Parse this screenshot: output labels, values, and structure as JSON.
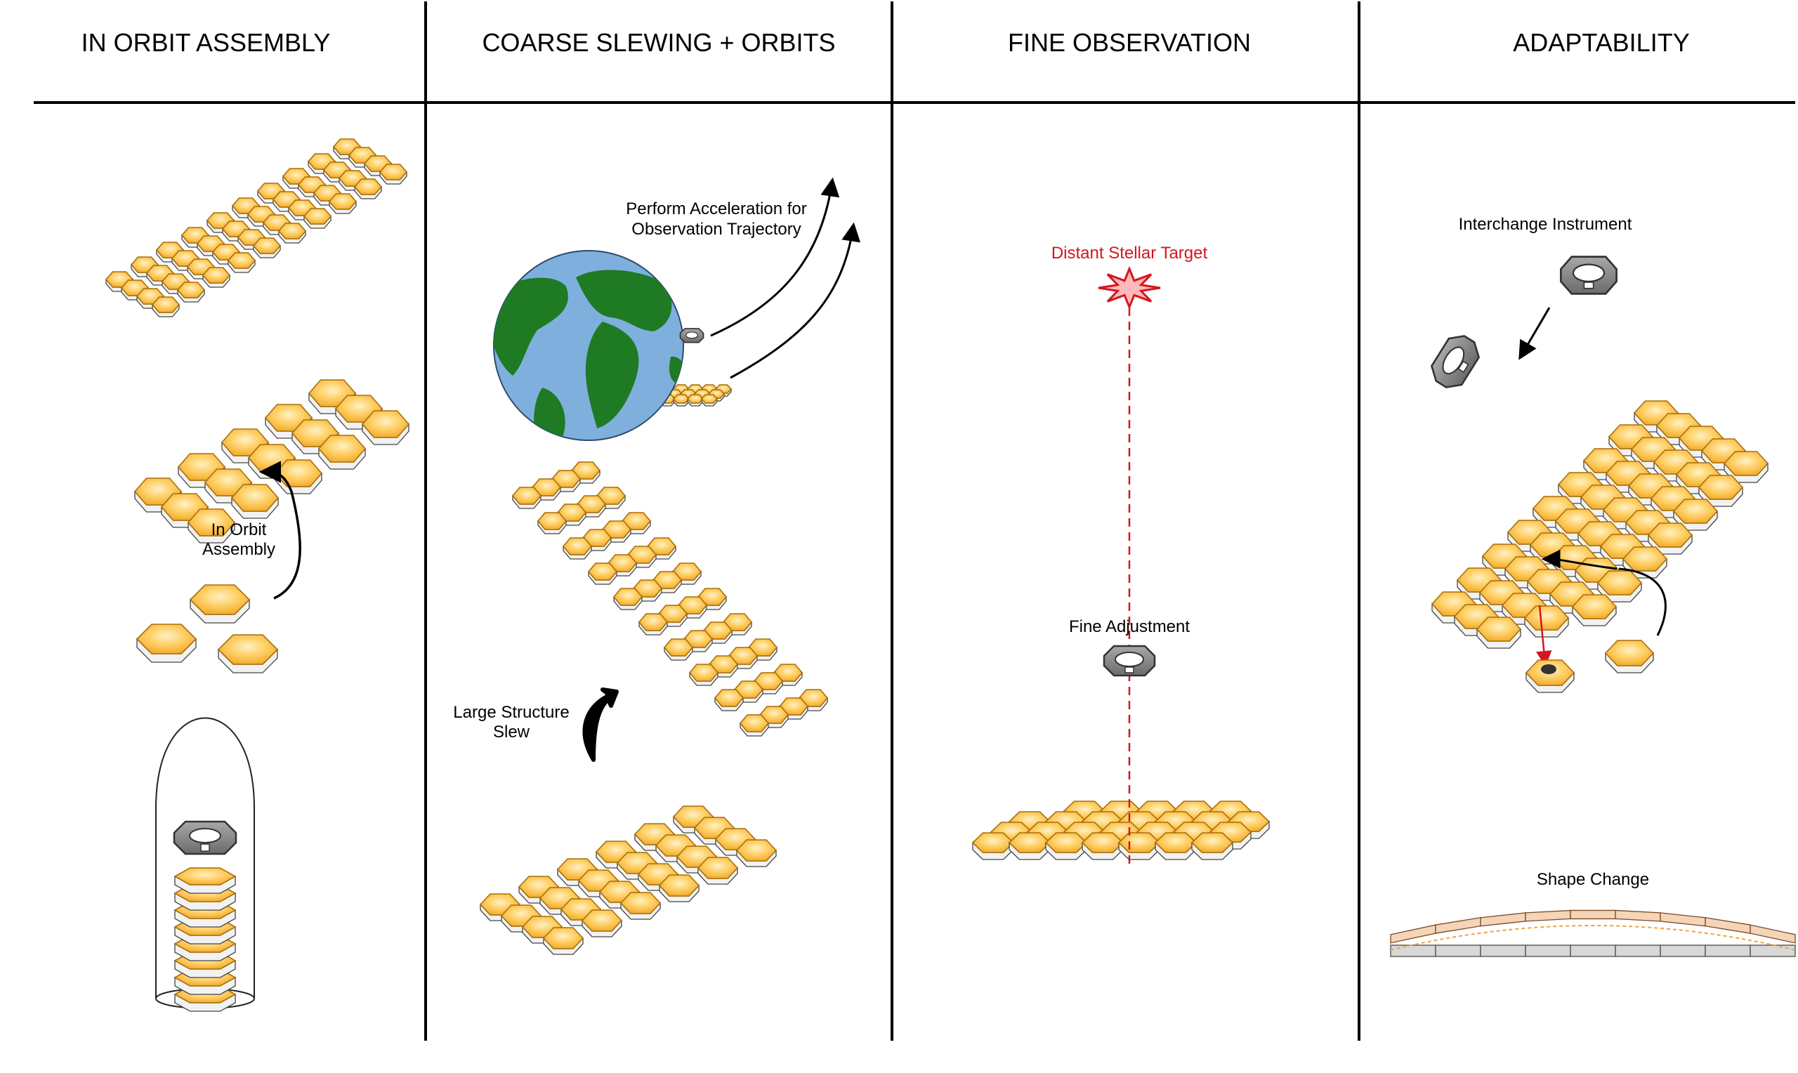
{
  "panels": [
    {
      "title": "IN ORBIT ASSEMBLY"
    },
    {
      "title": "COARSE SLEWING + ORBITS"
    },
    {
      "title": "FINE OBSERVATION"
    },
    {
      "title": "ADAPTABILITY"
    }
  ],
  "labels": {
    "in_orbit_assembly": [
      "In Orbit",
      "Assembly"
    ],
    "acceleration": [
      "Perform Acceleration for",
      "Observation Trajectory"
    ],
    "large_structure_slew": [
      "Large Structure",
      "Slew"
    ],
    "distant_target": "Distant Stellar Target",
    "fine_adjustment": "Fine Adjustment",
    "interchange_instrument": "Interchange Instrument",
    "shape_change": "Shape Change"
  },
  "colors": {
    "tile_fill": "#f6b93a",
    "tile_light": "#ffe6a6",
    "tile_edge": "#a86f08",
    "instrument": "#8a8a8a",
    "target_red": "#d4161f",
    "ocean": "#7fb0dd",
    "land": "#1f7a24"
  }
}
